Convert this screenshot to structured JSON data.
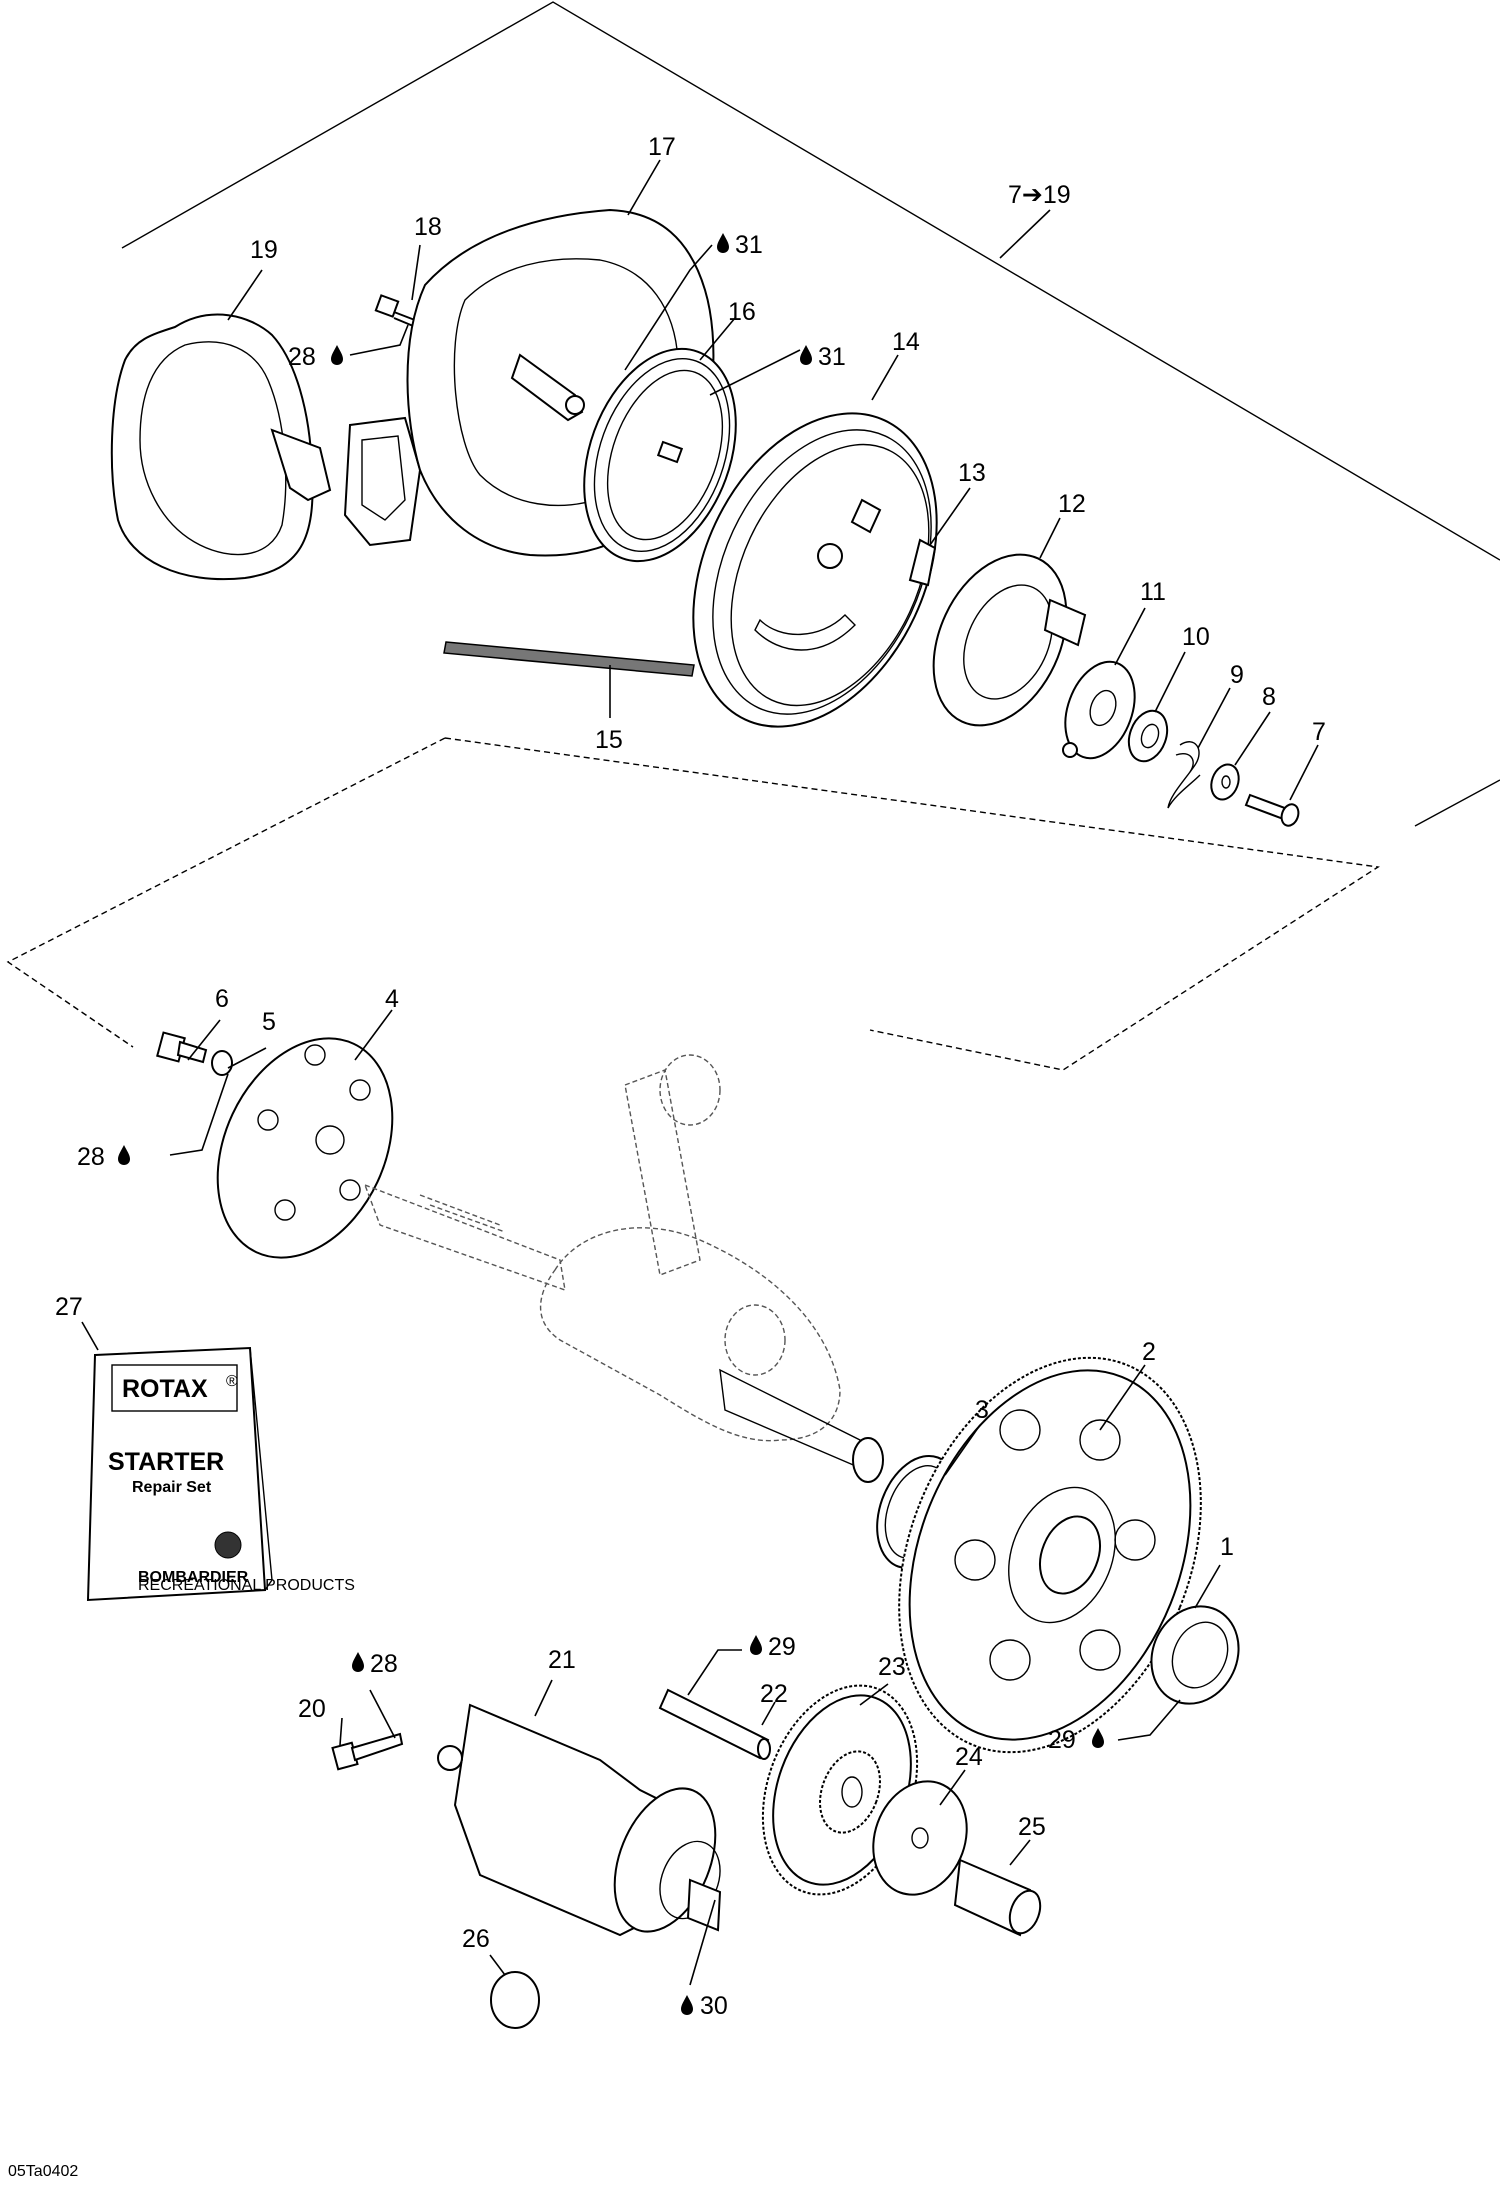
{
  "callouts": [
    {
      "id": "c17",
      "text": "17"
    },
    {
      "id": "c18",
      "text": "18"
    },
    {
      "id": "c19",
      "text": "19"
    },
    {
      "id": "c28a",
      "text": "28"
    },
    {
      "id": "c31a",
      "text": "31"
    },
    {
      "id": "c16",
      "text": "16"
    },
    {
      "id": "c31b",
      "text": "31"
    },
    {
      "id": "c14",
      "text": "14"
    },
    {
      "id": "c7to19",
      "text": "7➔19"
    },
    {
      "id": "c13",
      "text": "13"
    },
    {
      "id": "c12",
      "text": "12"
    },
    {
      "id": "c11",
      "text": "11"
    },
    {
      "id": "c10",
      "text": "10"
    },
    {
      "id": "c9",
      "text": "9"
    },
    {
      "id": "c8",
      "text": "8"
    },
    {
      "id": "c7",
      "text": "7"
    },
    {
      "id": "c15",
      "text": "15"
    },
    {
      "id": "c6",
      "text": "6"
    },
    {
      "id": "c5",
      "text": "5"
    },
    {
      "id": "c4",
      "text": "4"
    },
    {
      "id": "c28b",
      "text": "28"
    },
    {
      "id": "c27",
      "text": "27"
    },
    {
      "id": "c2",
      "text": "2"
    },
    {
      "id": "c3",
      "text": "3"
    },
    {
      "id": "c1",
      "text": "1"
    },
    {
      "id": "c29a",
      "text": "29"
    },
    {
      "id": "c29b",
      "text": "29"
    },
    {
      "id": "c28c",
      "text": "28"
    },
    {
      "id": "c21",
      "text": "21"
    },
    {
      "id": "c20",
      "text": "20"
    },
    {
      "id": "c22",
      "text": "22"
    },
    {
      "id": "c23",
      "text": "23"
    },
    {
      "id": "c24",
      "text": "24"
    },
    {
      "id": "c25",
      "text": "25"
    },
    {
      "id": "c26",
      "text": "26"
    },
    {
      "id": "c30",
      "text": "30"
    }
  ],
  "manual": {
    "brand": "ROTAX",
    "registered": "®",
    "title": "STARTER",
    "subtitle": "Repair Set",
    "maker": "BOMBARDIER",
    "division": "RECREATIONAL PRODUCTS"
  },
  "figure_code": "05Ta0402"
}
